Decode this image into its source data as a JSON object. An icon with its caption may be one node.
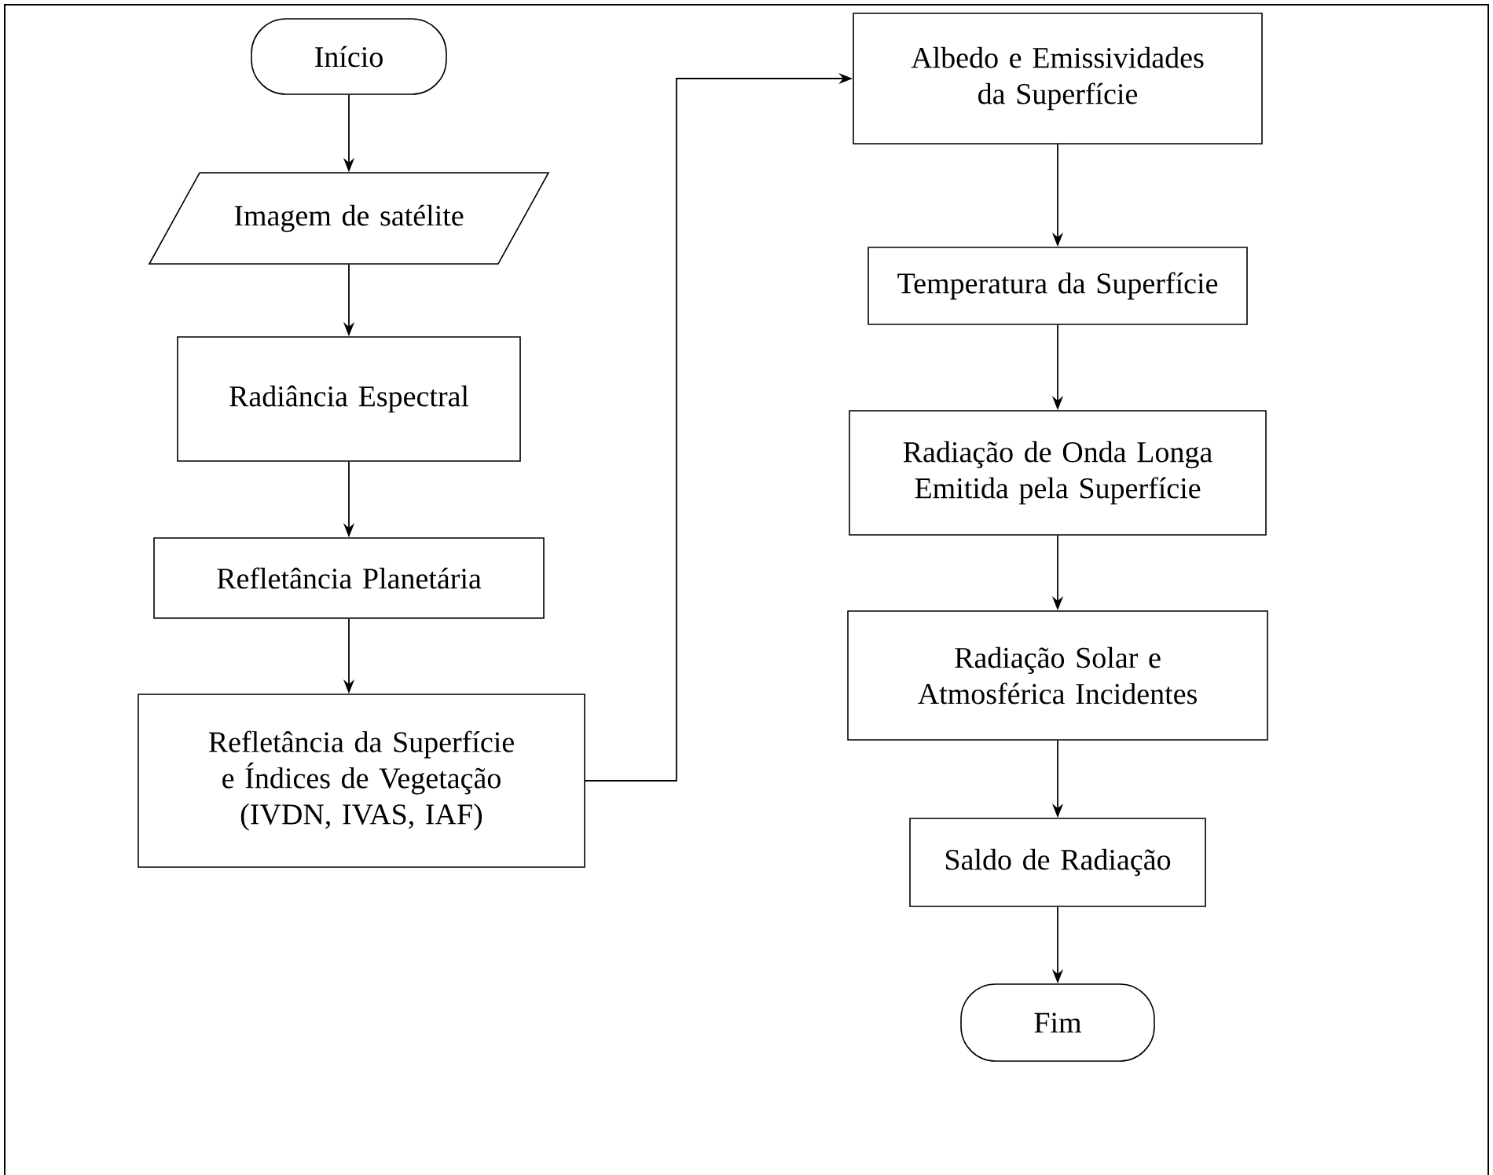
{
  "diagram": {
    "nodes": [
      {
        "text": [
          "Início"
        ]
      },
      {
        "text": [
          "Imagem de satélite"
        ]
      },
      {
        "text": [
          "Radiância Espectral"
        ]
      },
      {
        "text": [
          "Refletância Planetária"
        ]
      },
      {
        "text": [
          "Refletância da Superfície e Índices de Vegetação (IVDN, IVAS, IAF)"
        ]
      },
      {
        "text": [
          "Albedo e Emissividades da Superfície"
        ]
      },
      {
        "text": [
          "Temperatura da Superfície"
        ]
      },
      {
        "text": [
          "Radiação de Onda Longa Emitida pela Superfície"
        ]
      },
      {
        "text": [
          "Radiação Solar e Atmosférica Incidentes"
        ]
      },
      {
        "text": [
          "Saldo de Radiação"
        ]
      },
      {
        "text": [
          "Fim"
        ]
      }
    ],
    "edges": [
      {
        "from": 0,
        "to": 1,
        "arrow": "to"
      },
      {
        "from": 1,
        "to": 2,
        "arrow": "to"
      },
      {
        "from": 2,
        "to": 3,
        "arrow": "to"
      },
      {
        "from": 3,
        "to": 4,
        "arrow": "to"
      },
      {
        "from": 4,
        "to": 5,
        "arrow": "to"
      },
      {
        "from": 5,
        "to": 6,
        "arrow": "to"
      },
      {
        "from": 6,
        "to": 7,
        "arrow": "to"
      },
      {
        "from": 7,
        "to": 8,
        "arrow": "to"
      },
      {
        "from": 8,
        "to": 9,
        "arrow": "to"
      },
      {
        "from": 9,
        "to": 10,
        "arrow": "to"
      }
    ]
  }
}
